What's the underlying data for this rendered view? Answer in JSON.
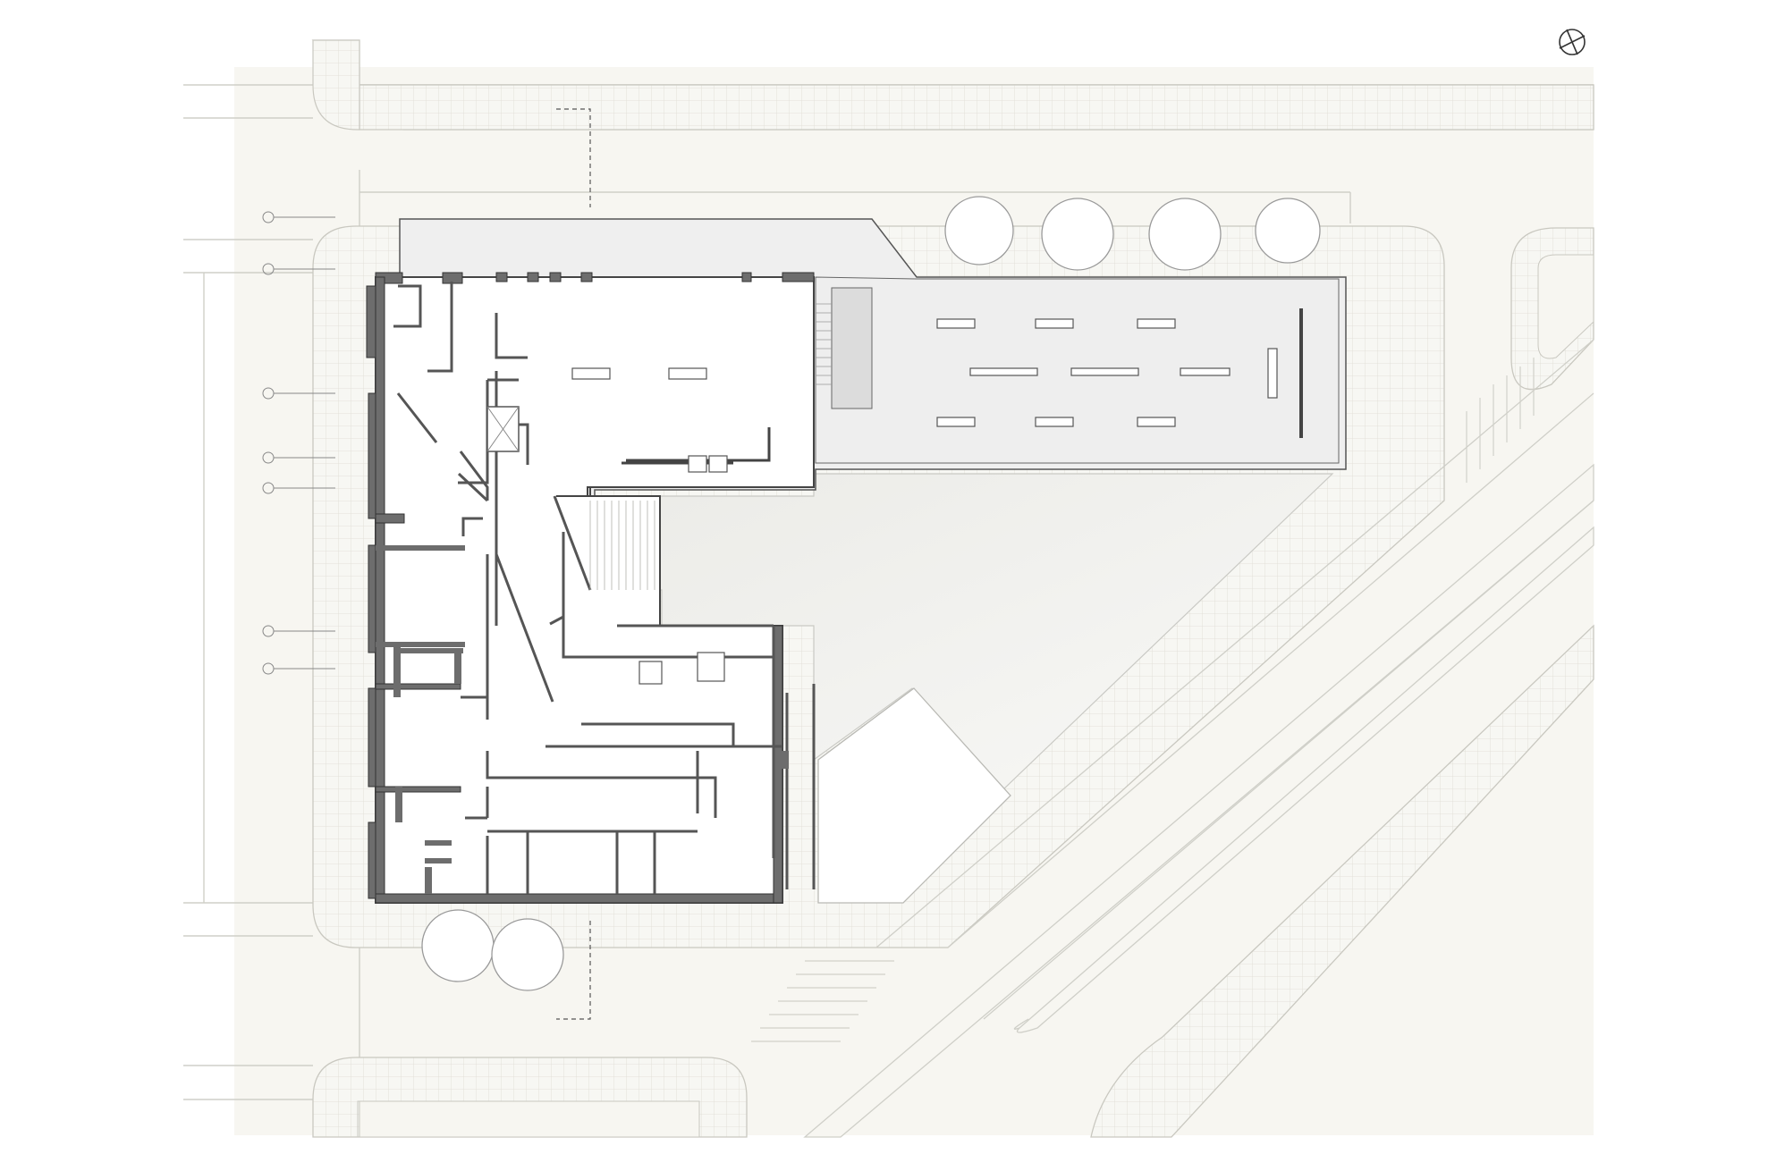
{
  "drawing": {
    "kind": "architectural-site-plan",
    "north_arrow_icon": "north-arrow-icon",
    "colors": {
      "paper": "#ffffff",
      "ground": "#f6f5f0",
      "sidewalk_grid": "#e4e3dc",
      "road_line": "#cfcfc8",
      "wall": "#6f6f6f",
      "wall_outline": "#4a4a4a",
      "interior": "#ffffff",
      "courtyard": "#f0f0ed",
      "tree_outline": "#9a9a9a"
    }
  },
  "elements": {
    "trees_top_count": 4,
    "trees_bottom_count": 2,
    "column_markers_count": 7,
    "section_cut_lines_count": 2
  }
}
